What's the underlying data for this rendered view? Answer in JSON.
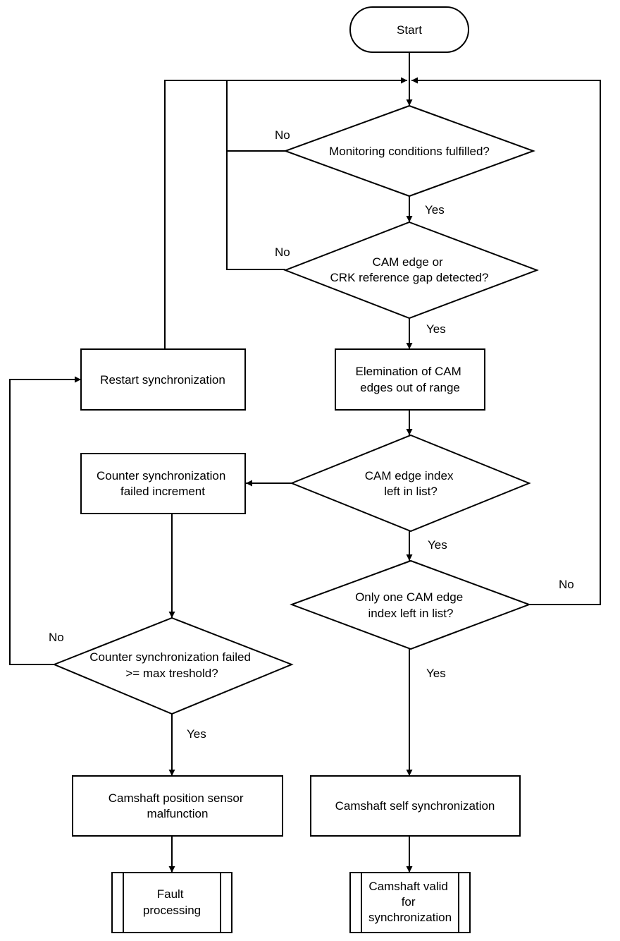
{
  "nodes": {
    "start": "Start",
    "monitoring": [
      "Monitoring conditions fulfilled?"
    ],
    "cam_edge": [
      "CAM edge or",
      "CRK reference gap detected?"
    ],
    "elimination": [
      "Elemination of CAM",
      "edges out of range"
    ],
    "index_left": [
      "CAM edge index",
      "left in list?"
    ],
    "only_one": [
      "Only one CAM edge",
      "index left in list?"
    ],
    "restart": [
      "Restart synchronization"
    ],
    "counter_inc": [
      "Counter synchronization",
      "failed increment"
    ],
    "counter_check": [
      "Counter synchronization failed",
      ">= max treshold?"
    ],
    "sensor_malfunction": [
      "Camshaft position sensor",
      "malfunction"
    ],
    "self_sync": [
      "Camshaft self synchronization"
    ],
    "fault": [
      "Fault",
      "processing"
    ],
    "valid": [
      "Camshaft valid",
      "for",
      "synchronization"
    ]
  },
  "edge_labels": {
    "monitoring_no": "No",
    "monitoring_yes": "Yes",
    "cam_edge_no": "No",
    "cam_edge_yes": "Yes",
    "index_left_yes": "Yes",
    "only_one_no": "No",
    "only_one_yes": "Yes",
    "counter_no": "No",
    "counter_yes": "Yes"
  }
}
